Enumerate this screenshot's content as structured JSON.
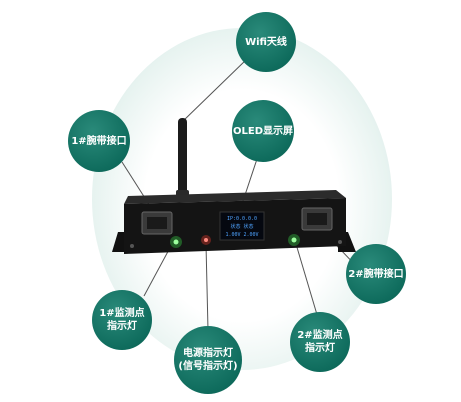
{
  "callouts": {
    "wifi": "Wifi天线",
    "oled": "OLED显示屏",
    "port1": "1#腕带接口",
    "port2": "2#腕带接口",
    "led1": "1#监测点\n指示灯",
    "led2": "2#监测点\n指示灯",
    "power": "电源指示灯\n(信号指示灯)"
  },
  "oled_screen": {
    "line1": "IP:0.0.0.0",
    "line2": "状态  状态",
    "line3": "1.00V  2.00V"
  },
  "colors": {
    "callout": "#0f6c5d",
    "glow": "#d7ebe6",
    "device_body": "#141414",
    "led_green": "#38e34a",
    "led_red": "#ff3b2f",
    "oled_text": "#4fa3ff"
  }
}
